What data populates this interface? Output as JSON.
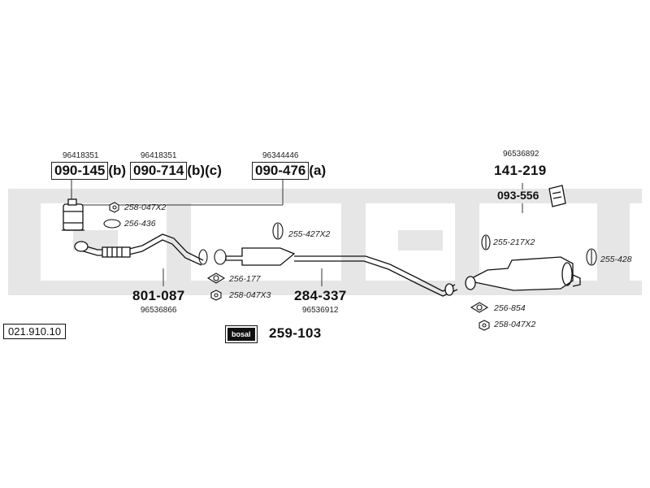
{
  "reference_number": "021.910.10",
  "watermark_logo": "bosal",
  "parts": {
    "cat_a": {
      "oe": "96418351",
      "part": "090-145",
      "suffix": "(b)"
    },
    "cat_b": {
      "oe": "96418351",
      "part": "090-714",
      "suffix": "(b)(c)"
    },
    "cat_c": {
      "oe": "96344446",
      "part": "090-476",
      "suffix": "(a)"
    },
    "front_pipe": {
      "part": "801-087",
      "oe": "96536866"
    },
    "middle_silencer": {
      "part": "284-337",
      "oe": "96536912"
    },
    "rear_silencer": {
      "oe": "96536892",
      "part": "141-219"
    },
    "heat_shield": {
      "part": "093-556"
    },
    "mounting_kit": {
      "badge": "bosal",
      "part": "259-103"
    }
  },
  "small_parts": {
    "nut_front": "258-047X2",
    "gasket_front": "256-436",
    "rubber_mid": "255-427X2",
    "gasket_mid": "256-177",
    "nut_mid": "258-047X3",
    "rubber_rear_a": "255-217X2",
    "rubber_rear_b": "255-428",
    "gasket_rear": "256-854",
    "nut_rear": "258-047X2"
  },
  "colors": {
    "watermark": "#e4e4e4",
    "line": "#222222"
  }
}
